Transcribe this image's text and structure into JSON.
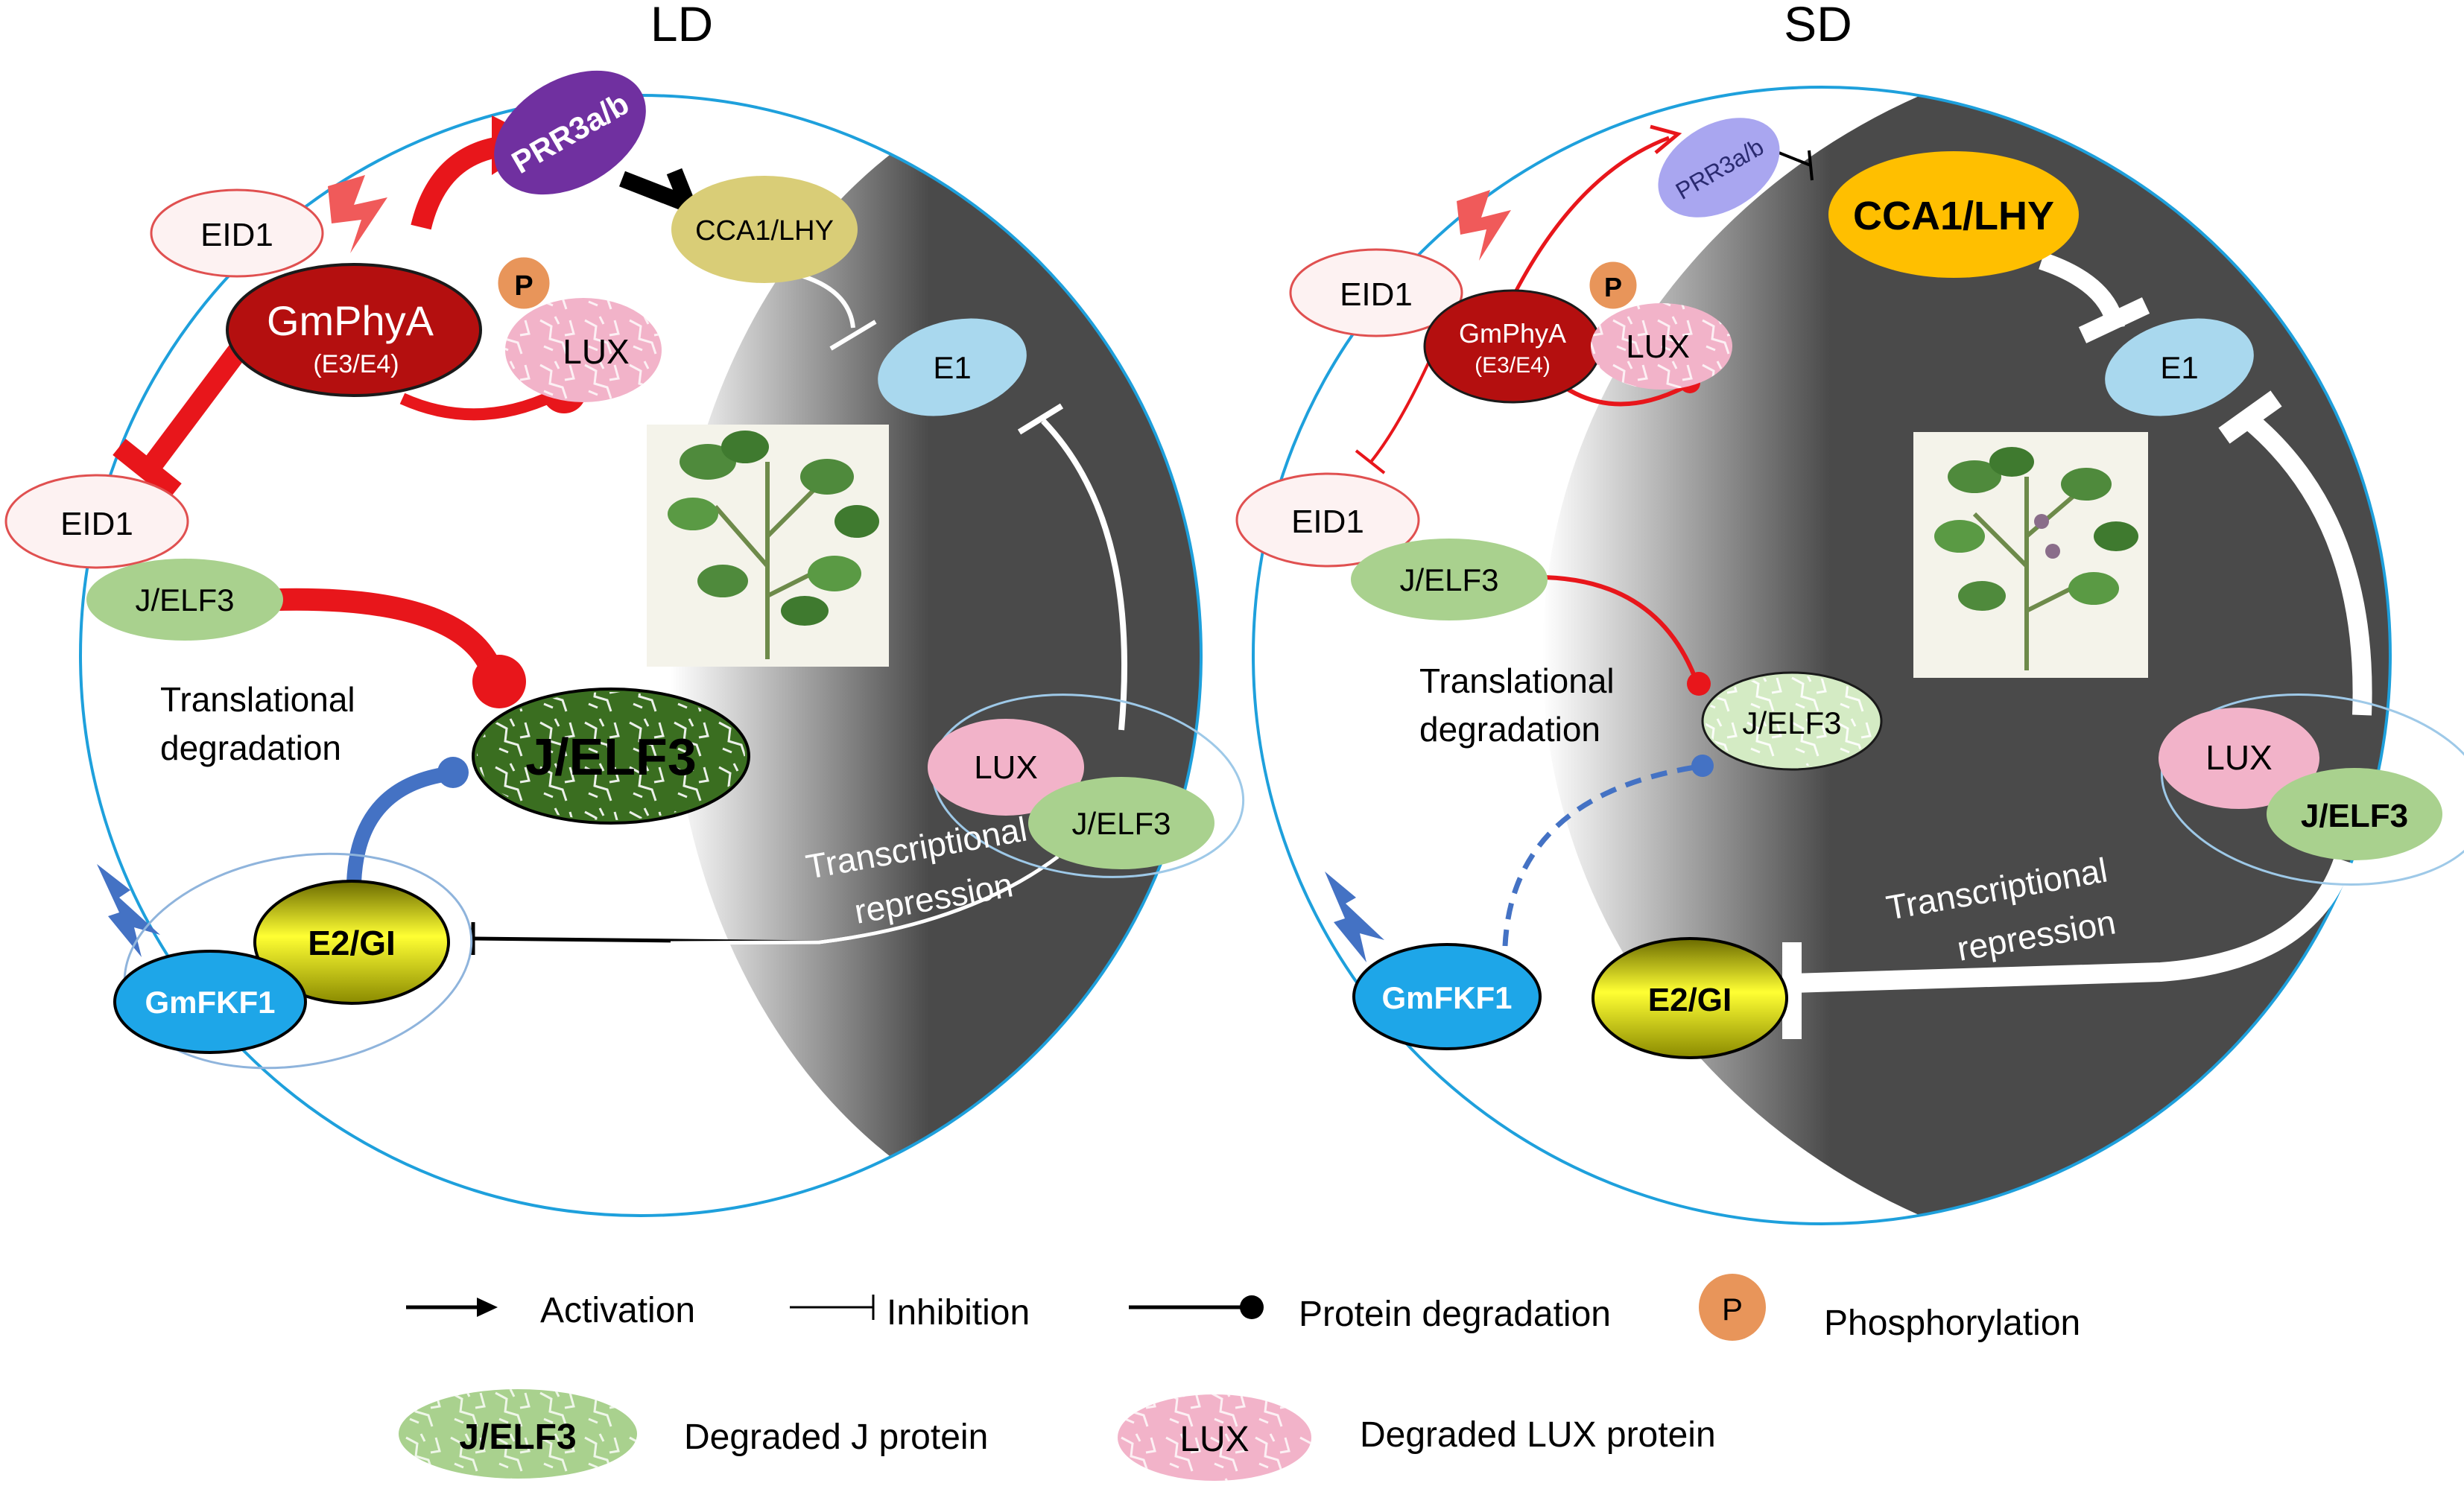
{
  "panels": {
    "ld": {
      "title": "LD",
      "eid1_top": "EID1",
      "eid1_mid": "EID1",
      "gmphya": "GmPhyA",
      "gmphya_sub": "(E3/E4)",
      "phospho": "P",
      "lux_degraded": "LUX",
      "prr3": "PRR3a/b",
      "cca1": "CCA1/LHY",
      "e1": "E1",
      "jelf3_small": "J/ELF3",
      "trans_deg_1": "Translational",
      "trans_deg_2": "degradation",
      "jelf3_big": "J/ELF3",
      "lux_complex": "LUX",
      "jelf3_complex": "J/ELF3",
      "trans_rep_1": "Transcriptional",
      "trans_rep_2": "repression",
      "e2gi": "E2/GI",
      "gmfkf1": "GmFKF1"
    },
    "sd": {
      "title": "SD",
      "eid1_top": "EID1",
      "eid1_mid": "EID1",
      "gmphya": "GmPhyA",
      "gmphya_sub": "(E3/E4)",
      "phospho": "P",
      "lux_degraded": "LUX",
      "prr3": "PRR3a/b",
      "cca1": "CCA1/LHY",
      "e1": "E1",
      "jelf3_small": "J/ELF3",
      "trans_deg_1": "Translational",
      "trans_deg_2": "degradation",
      "jelf3_degraded": "J/ELF3",
      "lux_complex": "LUX",
      "jelf3_complex": "J/ELF3",
      "trans_rep_1": "Transcriptional",
      "trans_rep_2": "repression",
      "e2gi": "E2/GI",
      "gmfkf1": "GmFKF1"
    }
  },
  "legend": {
    "activation": "Activation",
    "inhibition": "Inhibition",
    "protein_degradation": "Protein degradation",
    "phospho_symbol": "P",
    "phosphorylation": "Phosphorylation",
    "degraded_j_symbol": "J/ELF3",
    "degraded_j": "Degraded J protein",
    "degraded_lux_symbol": "LUX",
    "degraded_lux": "Degraded LUX protein"
  },
  "colors": {
    "clock_ring": "#1ea0dc",
    "night_shade": "#4a4a4a",
    "red": "#e8161b",
    "blue": "#4472c4",
    "gmphya": "#b40f0f",
    "prr3": "#7030a0",
    "cca1_ld": "#d9cd77",
    "cca1_sd": "#ffbf00",
    "e1": "#a9d8ee",
    "jelf3": "#a9d18e",
    "jelf3_big": "#3a6e20",
    "lux": "#f2b3c9",
    "e2gi": "#e6e600",
    "gmfkf1": "#1ea6e8",
    "phospho": "#e8955a"
  }
}
